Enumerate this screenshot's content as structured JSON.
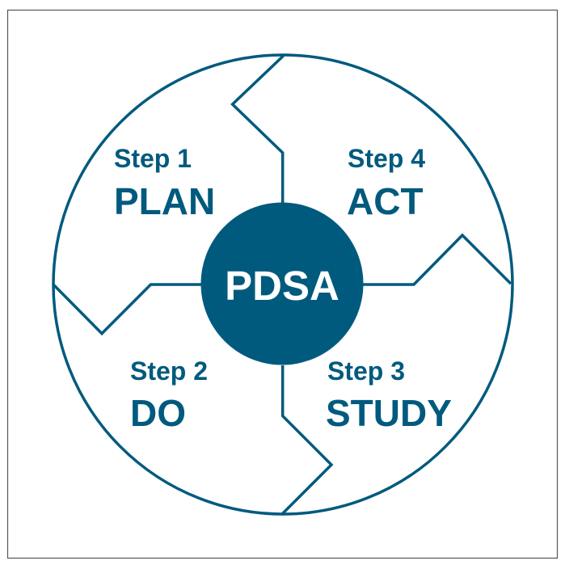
{
  "colors": {
    "primary": "#005a7e",
    "center_text": "#ffffff",
    "frame": "#555555"
  },
  "center_label": "PDSA",
  "quadrants": [
    {
      "step": "Step 1",
      "phase": "PLAN"
    },
    {
      "step": "Step 2",
      "phase": "DO"
    },
    {
      "step": "Step 3",
      "phase": "STUDY"
    },
    {
      "step": "Step 4",
      "phase": "ACT"
    }
  ]
}
